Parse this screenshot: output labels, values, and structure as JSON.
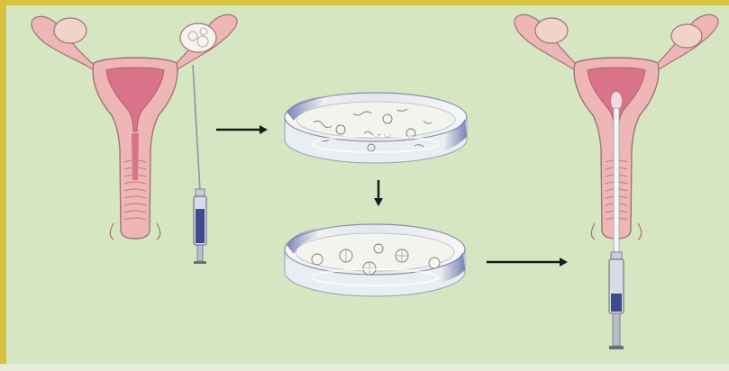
{
  "diagram": {
    "colors": {
      "background": "#d6e6c2",
      "frame": "#d8c23c",
      "uterus_outer": "#eeb7b5",
      "uterus_inner": "#d9738a",
      "outline": "#9e7477",
      "dish_glass": "#eef0f0",
      "dish_tint": "#7d86b8",
      "syringe_body": "#3d4a8c",
      "arrow": "#1a1a1a"
    },
    "steps": [
      {
        "id": "egg-retrieval",
        "icon": "uterus-syringe-icon"
      },
      {
        "id": "fertilization",
        "icon": "petri-dish-icon"
      },
      {
        "id": "embryo-culture",
        "icon": "petri-dish-icon"
      },
      {
        "id": "embryo-transfer",
        "icon": "uterus-syringe-icon"
      }
    ],
    "arrows": [
      {
        "from": "egg-retrieval",
        "to": "fertilization"
      },
      {
        "from": "fertilization",
        "to": "embryo-culture"
      },
      {
        "from": "embryo-culture",
        "to": "embryo-transfer"
      }
    ]
  }
}
